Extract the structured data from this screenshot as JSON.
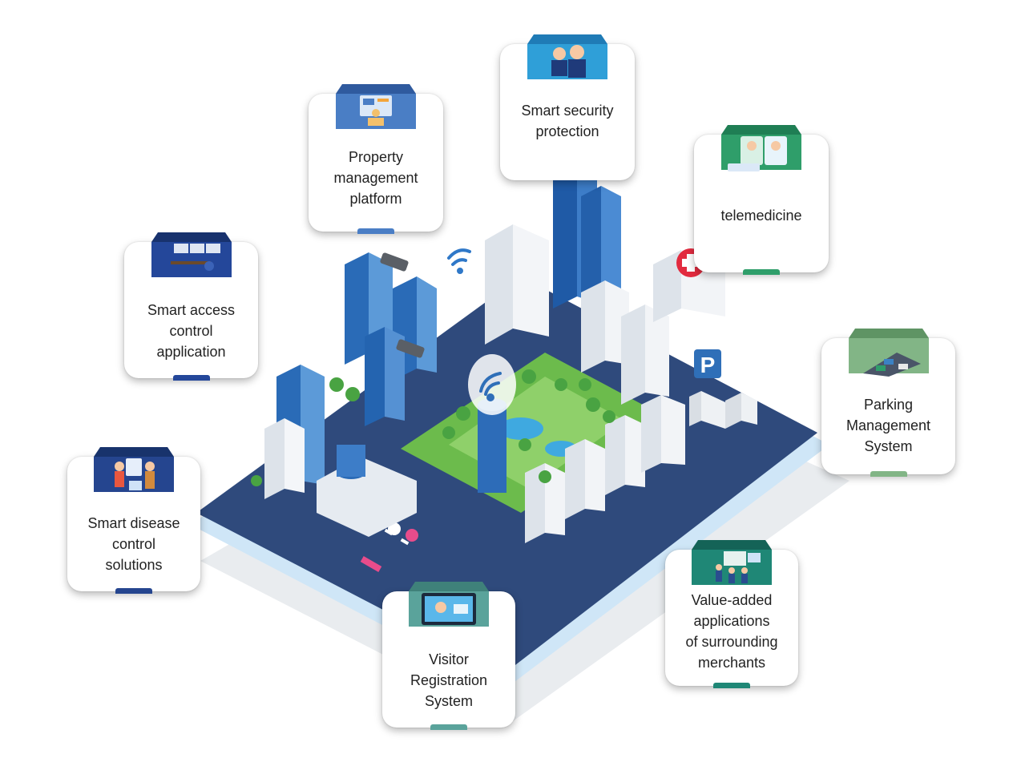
{
  "cards": [
    {
      "id": "property",
      "label": "Property\nmanagement\nplatform",
      "color": "#4a7ec5",
      "icon": "dashboard-icon"
    },
    {
      "id": "security",
      "label": "Smart security\nprotection",
      "color": "#2f9fd8",
      "icon": "police-officers-icon"
    },
    {
      "id": "telemedicine",
      "label": "telemedicine",
      "color": "#2f9e6a",
      "icon": "doctor-video-call-icon"
    },
    {
      "id": "access",
      "label": "Smart access\ncontrol\napplication",
      "color": "#24479a",
      "icon": "monitoring-desk-icon"
    },
    {
      "id": "parking",
      "label": "Parking\nManagement\nSystem",
      "color": "#82b586",
      "icon": "parking-lot-icon"
    },
    {
      "id": "disease",
      "label": "Smart disease\ncontrol\nsolutions",
      "color": "#25458f",
      "icon": "doctor-patient-icon"
    },
    {
      "id": "merchants",
      "label": "Value-added\napplications\nof surrounding\nmerchants",
      "color": "#1f8776",
      "icon": "business-meeting-icon"
    },
    {
      "id": "visitor",
      "label": "Visitor\nRegistration\nSystem",
      "color": "#5aa39b",
      "icon": "face-recognition-icon"
    }
  ],
  "city": {
    "base_color": "#2f4a7c",
    "parking_sign": "P",
    "hospital_color": "#e22b3f"
  }
}
